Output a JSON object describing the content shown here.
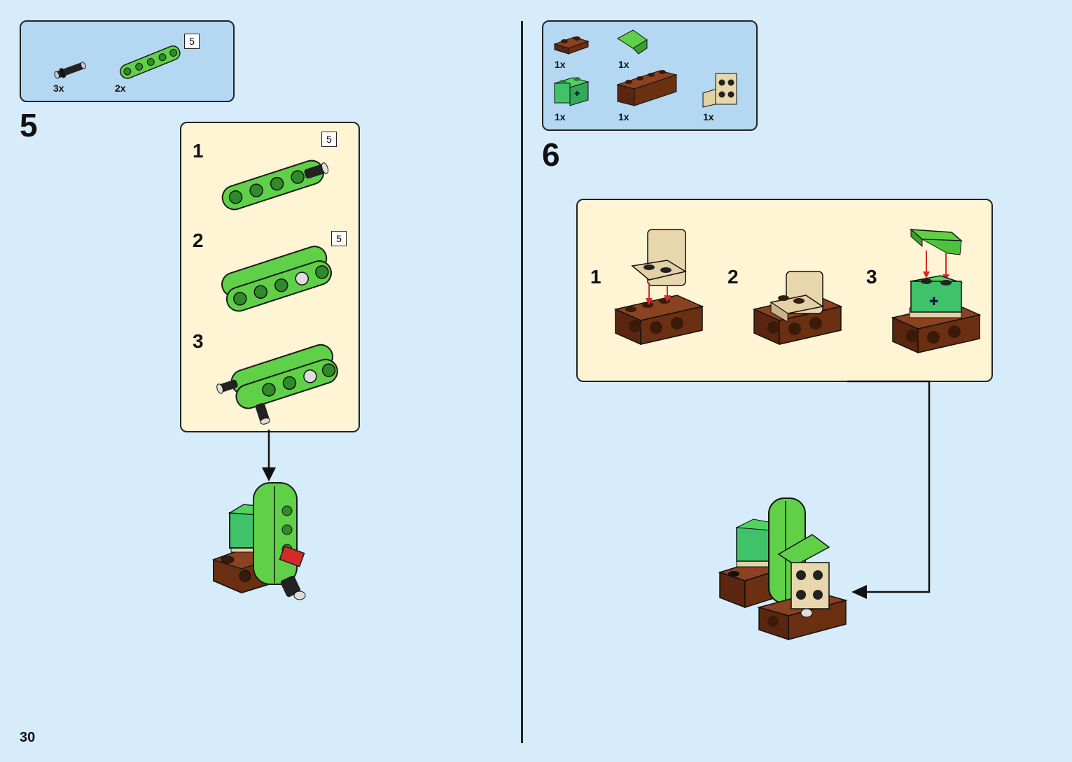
{
  "page": {
    "number": "30"
  },
  "step5": {
    "number": "5",
    "parts": [
      {
        "name": "black pin",
        "qty": "3x"
      },
      {
        "name": "green beam",
        "qty": "2x",
        "length": "5"
      }
    ],
    "substeps": [
      {
        "number": "1",
        "length": "5"
      },
      {
        "number": "2",
        "length": "5"
      },
      {
        "number": "3"
      }
    ]
  },
  "step6": {
    "number": "6",
    "parts": [
      {
        "name": "brown plate",
        "qty": "1x"
      },
      {
        "name": "green slope",
        "qty": "1x"
      },
      {
        "name": "green brick with axle hole",
        "qty": "1x"
      },
      {
        "name": "brown technic brick",
        "qty": "1x"
      },
      {
        "name": "tan bracket",
        "qty": "1x"
      }
    ],
    "substeps": [
      {
        "number": "1"
      },
      {
        "number": "2"
      },
      {
        "number": "3"
      }
    ]
  },
  "colors": {
    "background": "#d6ecfa",
    "parts_box": "#b4d8f1",
    "substep_box": "#fff4d4",
    "lime_green": "#5fd047",
    "brown": "#6b2f12",
    "tan": "#e3d0a4",
    "bright_green": "#3fc26a",
    "arrow_red": "#d42a2a"
  }
}
